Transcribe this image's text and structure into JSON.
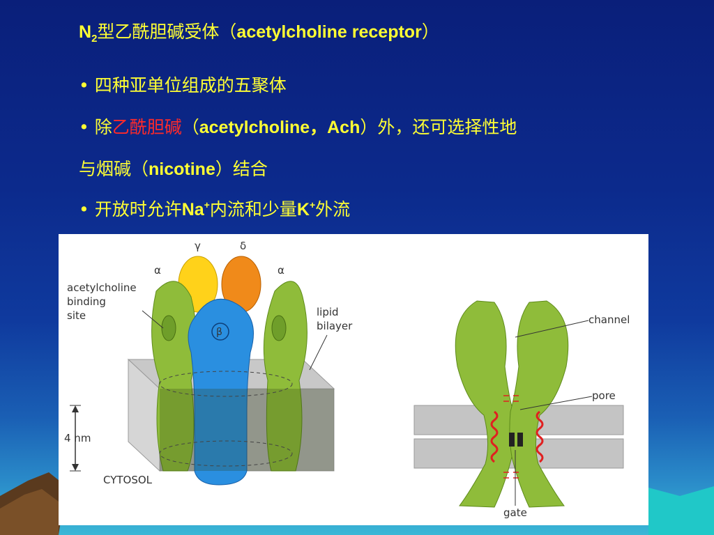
{
  "title": {
    "prefix": "N",
    "sub": "2",
    "cn": "型乙酰胆碱受体（",
    "en": "acetylcholine receptor",
    "close": "）"
  },
  "bullets": {
    "b1": "• 四种亚单位组成的五聚体",
    "b2_prefix": "• 除",
    "b2_red": "乙酰胆碱",
    "b2_open": "（",
    "b2_en": "acetylcholine，Ach",
    "b2_rest": "）外，还可选择性地",
    "b3_prefix": "与烟碱（",
    "b3_en": "nicotine",
    "b3_rest": "）结合",
    "b4_prefix": "• 开放时允许",
    "b4_na": "Na",
    "b4_plus1": "+",
    "b4_mid": "内流和少量",
    "b4_k": "K",
    "b4_plus2": "+",
    "b4_end": "外流"
  },
  "figure": {
    "gamma": "γ",
    "delta": "δ",
    "alpha_left": "α",
    "alpha_right": "α",
    "beta": "β",
    "ach_site_1": "acetylcholine",
    "ach_site_2": "binding",
    "ach_site_3": "site",
    "lipid_1": "lipid",
    "lipid_2": "bilayer",
    "scale": "4 nm",
    "cytosol": "CYTOSOL",
    "channel": "channel",
    "pore": "pore",
    "gate": "gate"
  },
  "colors": {
    "text": "#ffff33",
    "highlight": "#ff2a2a",
    "subunit_green": "#8fbc3a",
    "subunit_blue": "#2a8fe0",
    "subunit_yellow": "#ffd21a",
    "subunit_orange": "#f08a1a"
  }
}
